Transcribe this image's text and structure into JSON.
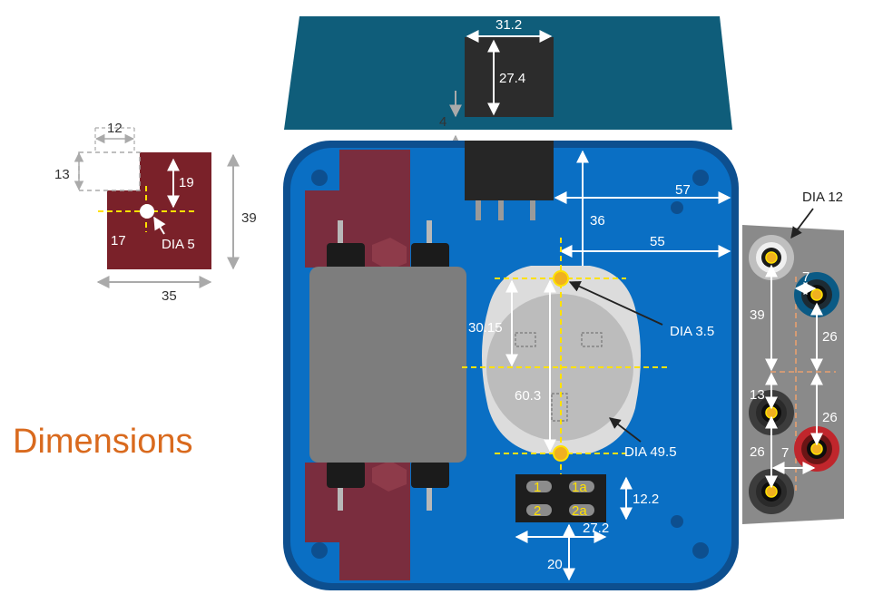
{
  "title": "Dimensions",
  "colors": {
    "board": "#0a6fc4",
    "board_border": "#0d4f8f",
    "lid": "#0f5d7a",
    "bracket": "#7a2129",
    "filter_body": "#7d7d7d",
    "connector": "#2c2c2c",
    "panel": "#8a8a8a",
    "guide_yellow": "#ffe100",
    "guide_orange": "#e8a070",
    "title": "#d96a1e"
  },
  "bracket_detail": {
    "width": "35",
    "height": "39",
    "notch_width": "12",
    "notch_height": "13",
    "hole_from_top": "19",
    "hole_from_left": "17",
    "hole_dia": "DIA 5"
  },
  "connector": {
    "width": "31.2",
    "height": "27.4",
    "gap": "4"
  },
  "board": {
    "dim_57": "57",
    "dim_36": "36",
    "dim_55": "55",
    "dim_30_15": "30.15",
    "dim_60_3": "60.3",
    "hole_dia": "DIA 3.5",
    "socket_dia": "DIA 49.5",
    "header_height": "12.2",
    "header_width": "27.2",
    "header_from_bottom": "20",
    "header_pins": [
      "1",
      "1a",
      "2",
      "2a"
    ]
  },
  "panel": {
    "jack_dia": "DIA 12",
    "dim_7_top": "7",
    "dim_39": "39",
    "dim_26_right_top": "26",
    "dim_13": "13",
    "dim_26_right_bottom": "26",
    "dim_26_left": "26",
    "dim_7_bottom": "7"
  }
}
